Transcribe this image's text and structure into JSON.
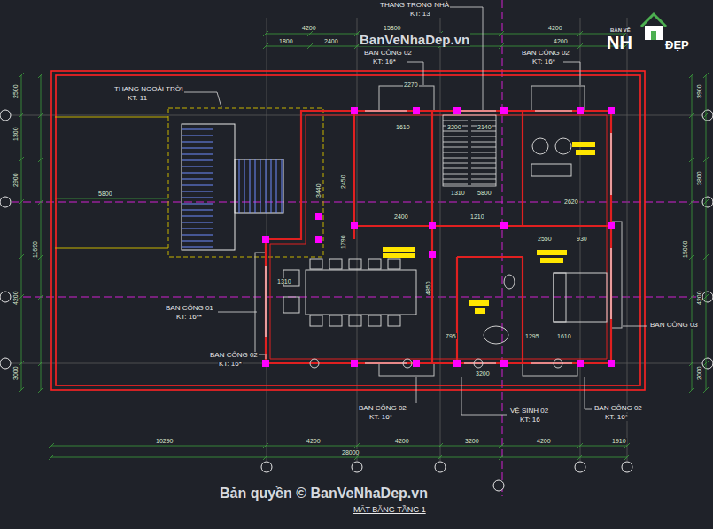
{
  "diagram": {
    "caption": "MẶT BẰNG TẦNG 1",
    "labels": [
      "THANG TRONG NHÀ",
      "KT: 13",
      "BAN CÔNG 02",
      "KT: 16*",
      "BAN CÔNG 02",
      "KT: 16*",
      "THANG NGOÀI TRỜI",
      "KT: 11",
      "BAN CÔNG 01",
      "KT: 16**",
      "BAN CÔNG 02",
      "KT: 16*",
      "BAN CÔNG 03",
      "BAN CÔNG 02",
      "KT: 16*",
      "VỆ SINH 02",
      "KT: 16",
      "BAN CÔNG 02",
      "KT: 16*",
      "4200",
      "15800",
      "4200",
      "1800",
      "2400",
      "4200",
      "10290",
      "4200",
      "4200",
      "3200",
      "4200",
      "1910",
      "28000",
      "2500",
      "1300",
      "2900",
      "11690",
      "4200",
      "3000",
      "3900",
      "3800",
      "15000",
      "4200",
      "2000",
      "2270",
      "1610",
      "3200",
      "2140",
      "1310",
      "5800",
      "2400",
      "1210",
      "5800",
      "1310",
      "795",
      "1295",
      "1610",
      "3200",
      "2620",
      "2550",
      "930",
      "3440",
      "2450",
      "1790",
      "4850",
      "BanVeNhaDep.vn",
      "BẢN VẼ",
      "NH",
      "ĐẸP",
      "Bản quyền © BanVeNhaDep.vn"
    ]
  }
}
